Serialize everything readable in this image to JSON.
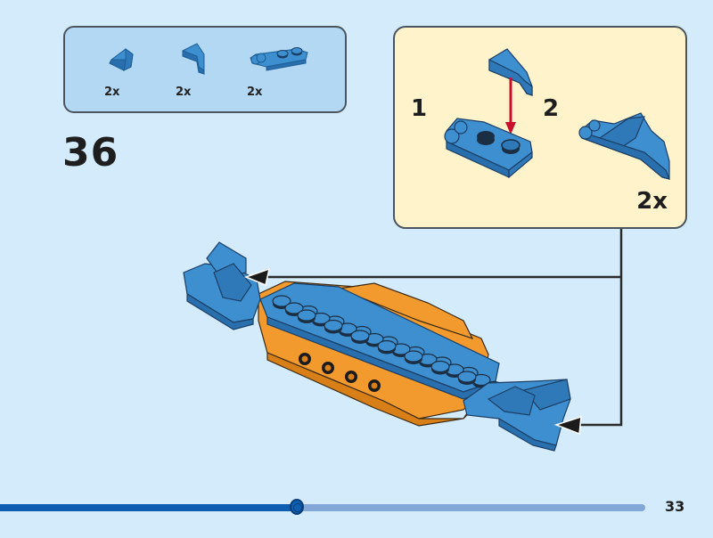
{
  "page": {
    "step_number": "36",
    "page_number": "33",
    "progress_fraction": 0.46
  },
  "parts_list": {
    "items": [
      {
        "name": "slope-brick-1x1",
        "quantity": "2x",
        "color": "#3e8fd0"
      },
      {
        "name": "curved-wedge",
        "quantity": "2x",
        "color": "#3e8fd0"
      },
      {
        "name": "hinge-plate-1x2",
        "quantity": "2x",
        "color": "#3e8fd0"
      }
    ]
  },
  "callout": {
    "sub_step_1": "1",
    "sub_step_2": "2",
    "quantity": "2x"
  },
  "colors": {
    "background": "#d3ebfb",
    "parts_box": "#b3d8f3",
    "callout_bg": "#fff3cb",
    "brick_blue": "#3e8fd0",
    "brick_orange": "#f39a2e",
    "arrow_red": "#c8102e",
    "progress_fill": "#0b5eb0",
    "progress_track": "#83a8d8"
  }
}
